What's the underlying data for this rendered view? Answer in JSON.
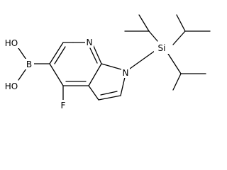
{
  "molecule": {
    "atoms": {
      "n_pyridine": "N",
      "n_pyrrole": "N",
      "si": "Si",
      "b": "B",
      "oh_top": "HO",
      "oh_bottom": "HO",
      "f": "F"
    }
  }
}
